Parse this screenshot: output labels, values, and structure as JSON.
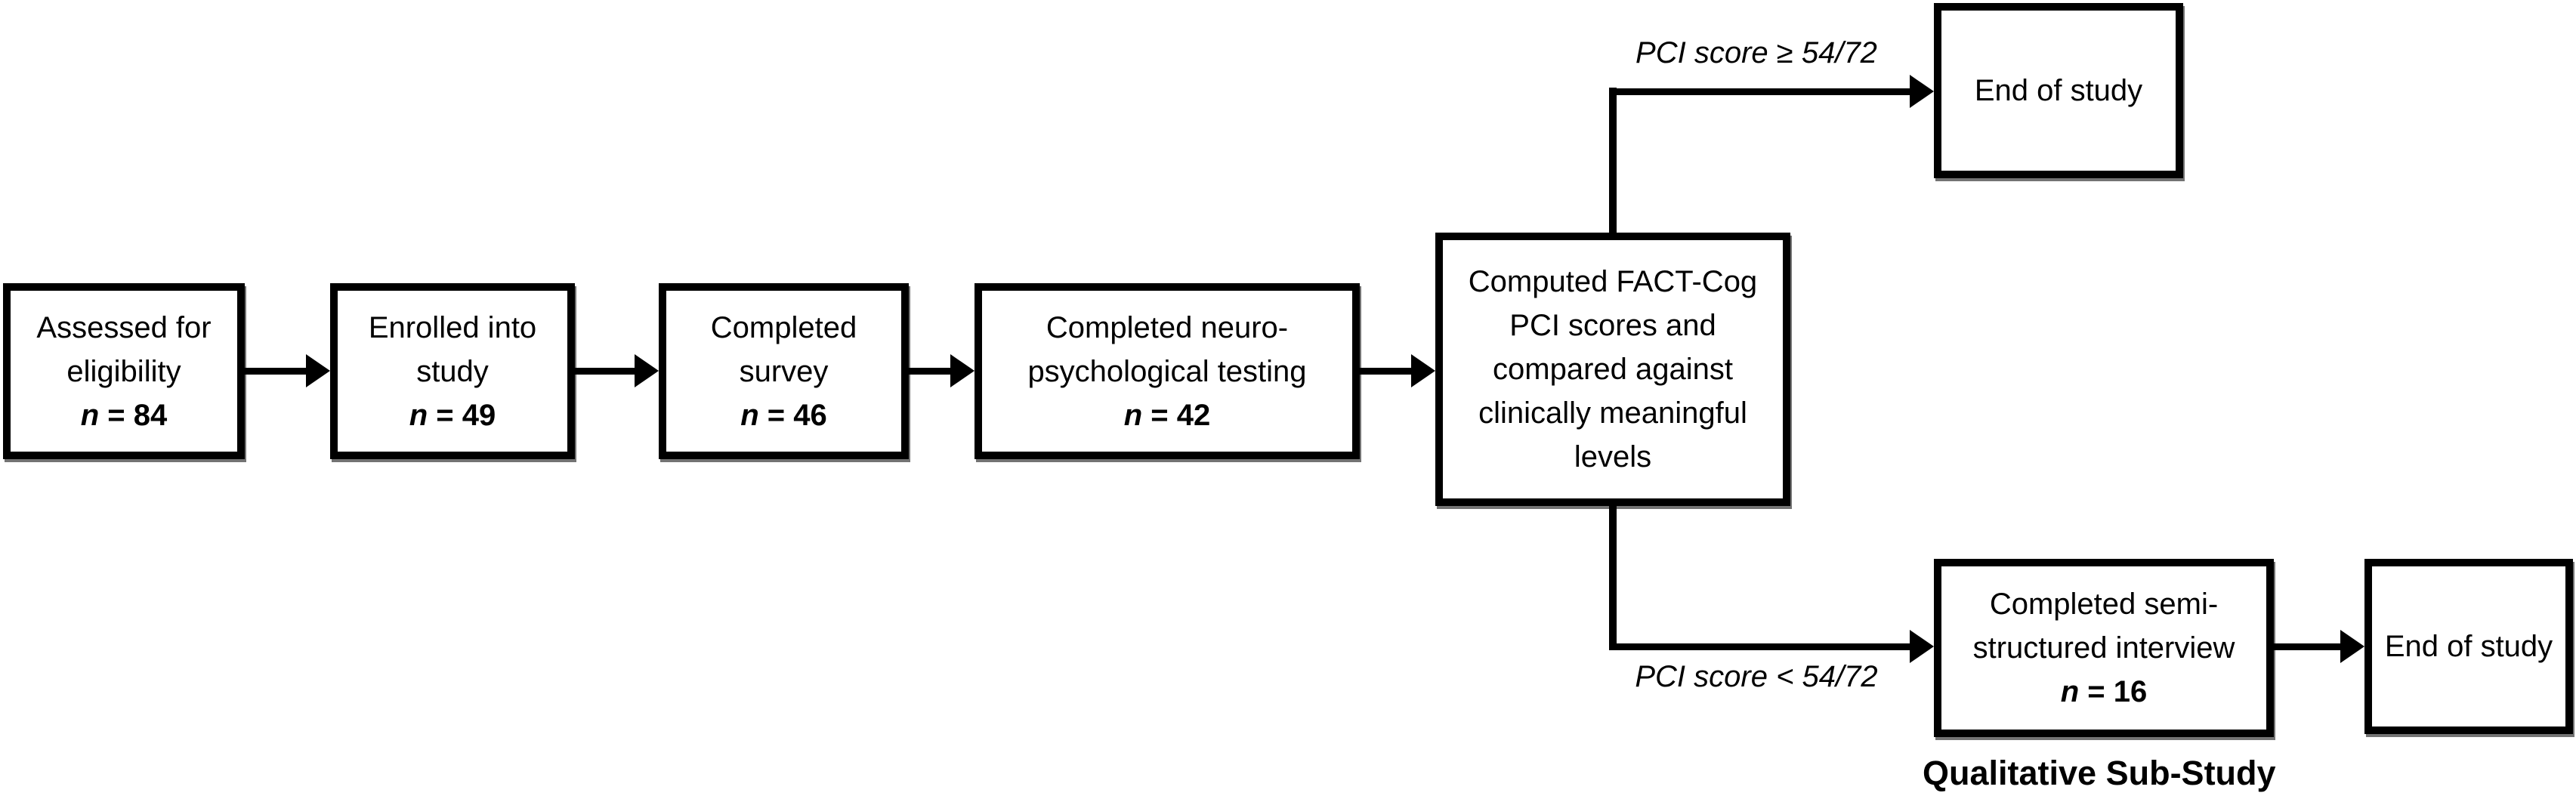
{
  "colors": {
    "background": "#ffffff",
    "line": "#000000",
    "text": "#000000"
  },
  "nodes": {
    "assessed": {
      "lines": [
        "Assessed for",
        "eligibility"
      ],
      "n_var": "n",
      "n_val": "= 84"
    },
    "enrolled": {
      "lines": [
        "Enrolled into",
        "study"
      ],
      "n_var": "n",
      "n_val": "= 49"
    },
    "survey": {
      "lines": [
        "Completed",
        "survey"
      ],
      "n_var": "n",
      "n_val": "= 46"
    },
    "neuro": {
      "lines": [
        "Completed neuro-",
        "psychological testing"
      ],
      "n_var": "n",
      "n_val": "= 42"
    },
    "factcog": {
      "lines": [
        "Computed FACT-Cog",
        "PCI scores and",
        "compared against",
        "clinically meaningful",
        "levels"
      ]
    },
    "end_top": {
      "label": "End of study"
    },
    "interview": {
      "lines": [
        "Completed semi-",
        "structured interview"
      ],
      "n_var": "n",
      "n_val": "= 16"
    },
    "end_bottom": {
      "label": "End of study"
    }
  },
  "edge_labels": {
    "high": "PCI score ≥ 54/72",
    "low": "PCI score < 54/72"
  },
  "captions": {
    "qualitative": "Qualitative Sub-Study"
  }
}
